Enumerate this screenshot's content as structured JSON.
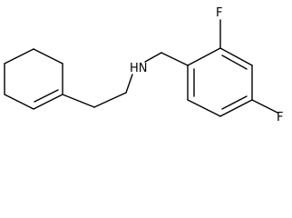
{
  "molecule": {
    "atom_labels": {
      "amine": "HN",
      "fluoro_ortho": "F",
      "fluoro_para": "F"
    },
    "colors": {
      "bond": "#000000",
      "background": "#ffffff"
    }
  }
}
